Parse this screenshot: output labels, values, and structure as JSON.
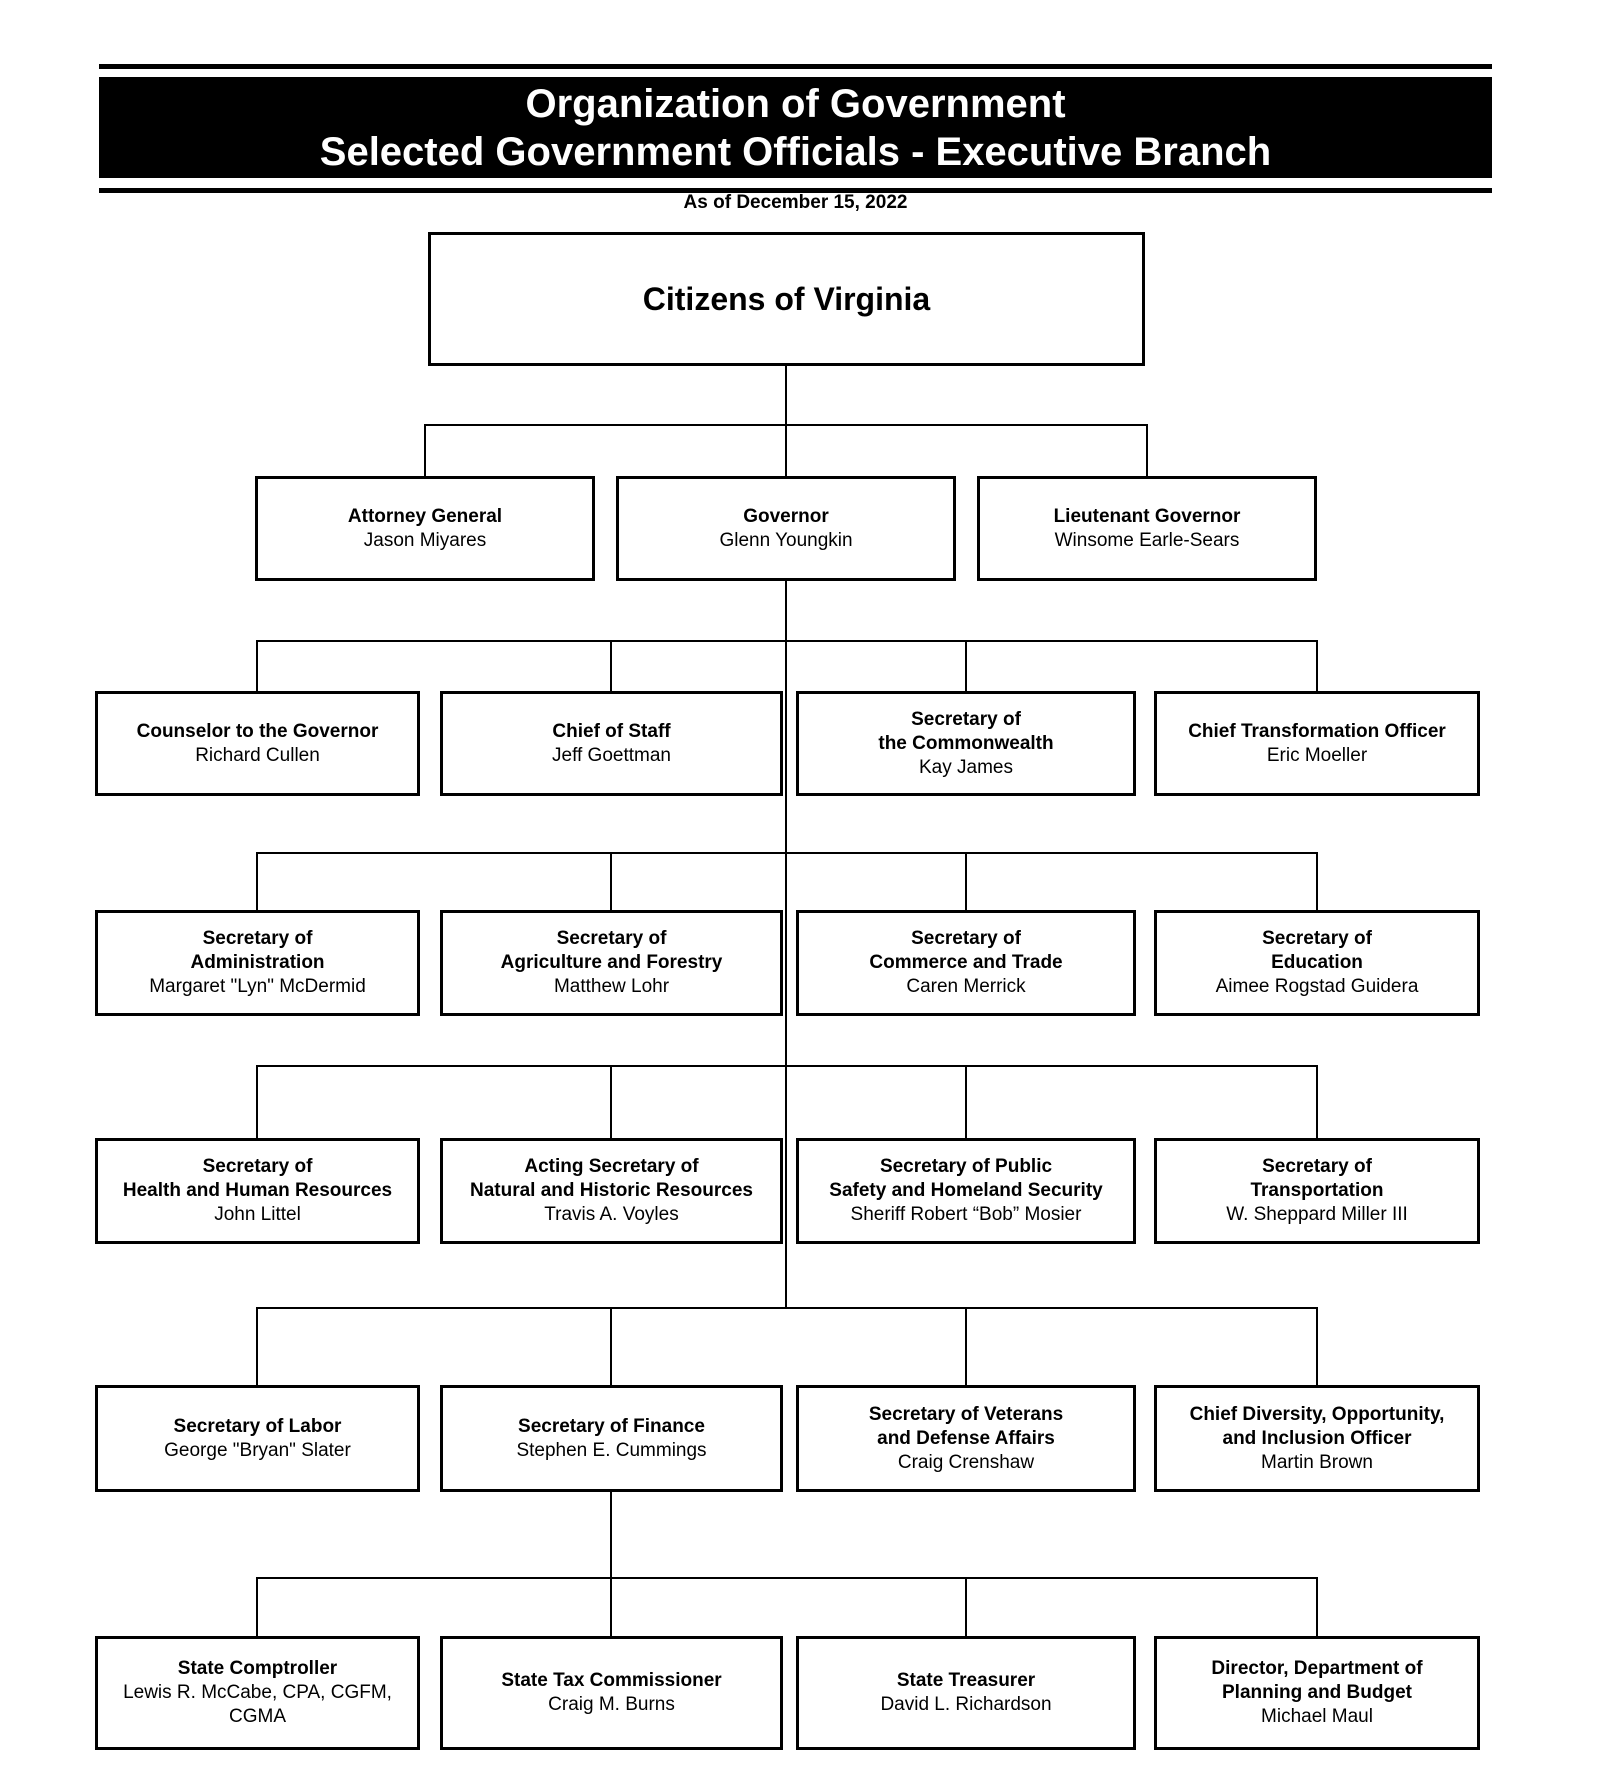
{
  "banner": {
    "line1": "Organization of Government",
    "line2": "Selected Government Officials - Executive Branch"
  },
  "date_label": "As of December 15, 2022",
  "root": {
    "title_lines": [
      "Citizens of Virginia"
    ]
  },
  "rows": [
    {
      "boxes": [
        {
          "title_lines": [
            "Attorney General"
          ],
          "name_lines": [
            "Jason Miyares"
          ]
        },
        {
          "title_lines": [
            "Governor"
          ],
          "name_lines": [
            "Glenn Youngkin"
          ]
        },
        {
          "title_lines": [
            "Lieutenant Governor"
          ],
          "name_lines": [
            "Winsome Earle-Sears"
          ]
        }
      ]
    },
    {
      "boxes": [
        {
          "title_lines": [
            "Counselor to the Governor"
          ],
          "name_lines": [
            "Richard Cullen"
          ]
        },
        {
          "title_lines": [
            "Chief of Staff"
          ],
          "name_lines": [
            "Jeff Goettman"
          ]
        },
        {
          "title_lines": [
            "Secretary of",
            "the Commonwealth"
          ],
          "name_lines": [
            "Kay James"
          ]
        },
        {
          "title_lines": [
            "Chief Transformation Officer"
          ],
          "name_lines": [
            "Eric Moeller"
          ]
        }
      ]
    },
    {
      "boxes": [
        {
          "title_lines": [
            "Secretary of",
            "Administration"
          ],
          "name_lines": [
            "Margaret \"Lyn\" McDermid"
          ]
        },
        {
          "title_lines": [
            "Secretary of",
            "Agriculture and Forestry"
          ],
          "name_lines": [
            "Matthew Lohr"
          ]
        },
        {
          "title_lines": [
            "Secretary of",
            "Commerce and Trade"
          ],
          "name_lines": [
            "Caren Merrick"
          ]
        },
        {
          "title_lines": [
            "Secretary of",
            "Education"
          ],
          "name_lines": [
            "Aimee Rogstad Guidera"
          ]
        }
      ]
    },
    {
      "boxes": [
        {
          "title_lines": [
            "Secretary of",
            "Health and Human Resources"
          ],
          "name_lines": [
            "John Littel"
          ]
        },
        {
          "title_lines": [
            "Acting Secretary of",
            "Natural and Historic Resources"
          ],
          "name_lines": [
            "Travis A. Voyles"
          ]
        },
        {
          "title_lines": [
            "Secretary of Public",
            "Safety and Homeland Security"
          ],
          "name_lines": [
            "Sheriff Robert “Bob” Mosier"
          ]
        },
        {
          "title_lines": [
            "Secretary of",
            "Transportation"
          ],
          "name_lines": [
            "W. Sheppard Miller III"
          ]
        }
      ]
    },
    {
      "boxes": [
        {
          "title_lines": [
            "Secretary of Labor"
          ],
          "name_lines": [
            "George \"Bryan\" Slater"
          ]
        },
        {
          "title_lines": [
            "Secretary of Finance"
          ],
          "name_lines": [
            "Stephen E. Cummings"
          ]
        },
        {
          "title_lines": [
            "Secretary of Veterans",
            "and Defense Affairs"
          ],
          "name_lines": [
            "Craig Crenshaw"
          ]
        },
        {
          "title_lines": [
            "Chief Diversity, Opportunity,",
            "and Inclusion Officer"
          ],
          "name_lines": [
            "Martin Brown"
          ]
        }
      ]
    },
    {
      "boxes": [
        {
          "title_lines": [
            "State Comptroller"
          ],
          "name_lines": [
            "Lewis R. McCabe, CPA, CGFM,",
            "CGMA"
          ]
        },
        {
          "title_lines": [
            "State Tax Commissioner"
          ],
          "name_lines": [
            "Craig M. Burns"
          ]
        },
        {
          "title_lines": [
            "State Treasurer"
          ],
          "name_lines": [
            "David L. Richardson"
          ]
        },
        {
          "title_lines": [
            "Director, Department of",
            "Planning and Budget"
          ],
          "name_lines": [
            "Michael Maul"
          ]
        }
      ]
    }
  ],
  "colors": {
    "background": "#ffffff",
    "banner_background": "#000000",
    "banner_text": "#ffffff",
    "box_border": "#000000",
    "connector_line": "#000000"
  }
}
